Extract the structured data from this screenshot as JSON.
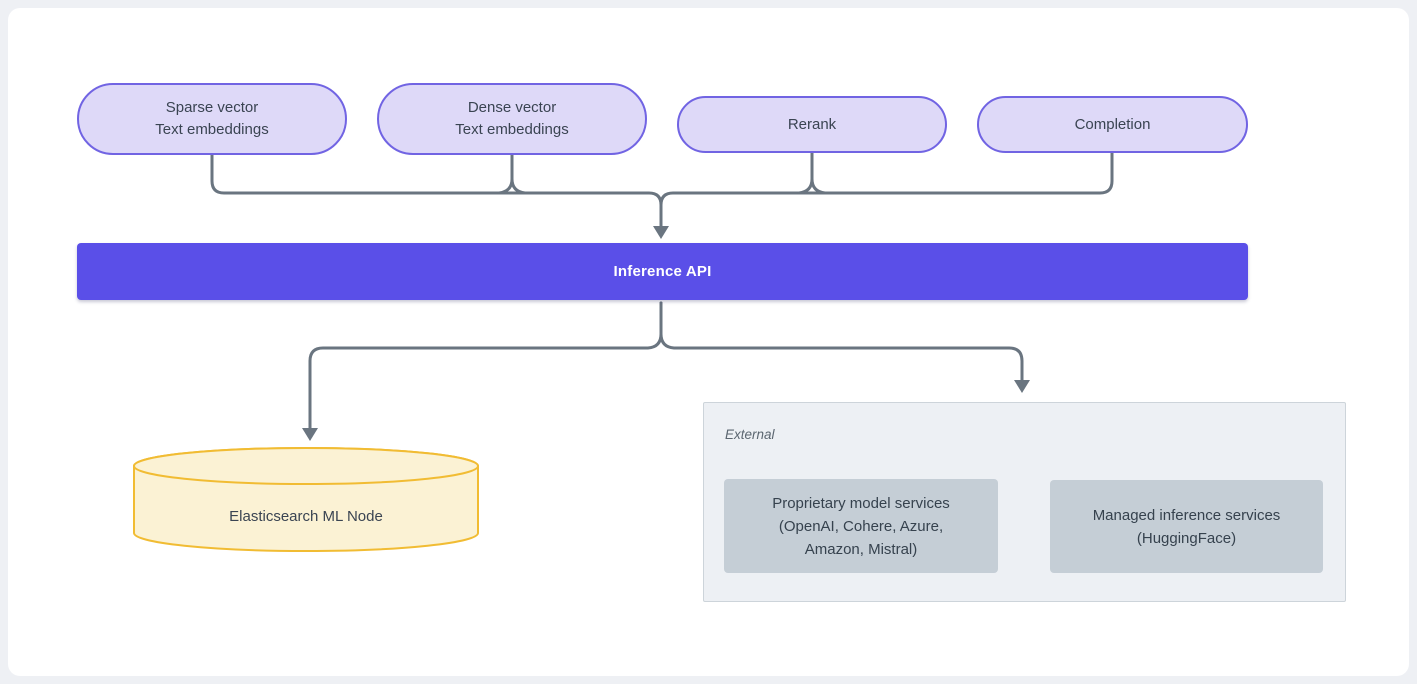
{
  "diagram": {
    "pills": [
      {
        "label": "Sparse vector\nText embeddings"
      },
      {
        "label": "Dense vector\nText embeddings"
      },
      {
        "label": "Rerank"
      },
      {
        "label": "Completion"
      }
    ],
    "inference_bar": {
      "label": "Inference API"
    },
    "elasticsearch_node": {
      "label": "Elasticsearch ML Node"
    },
    "external_group": {
      "label": "External",
      "services": [
        {
          "label": "Proprietary model services\n(OpenAI, Cohere, Azure,\nAmazon, Mistral)"
        },
        {
          "label": "Managed inference services\n(HuggingFace)"
        }
      ]
    },
    "colors": {
      "accent_purple": "#5a4fe8",
      "pill_fill": "#ded9f8",
      "pill_border": "#7164e3",
      "connector_gray": "#6a7580",
      "cylinder_fill": "#fbf2d4",
      "cylinder_border": "#f1bc33",
      "external_fill": "#edf0f4",
      "external_border": "#cdd4da",
      "service_box_fill": "#c5ced6",
      "text_dark": "#3a4452",
      "canvas_bg": "#eef0f4",
      "panel_bg": "#ffffff"
    }
  }
}
